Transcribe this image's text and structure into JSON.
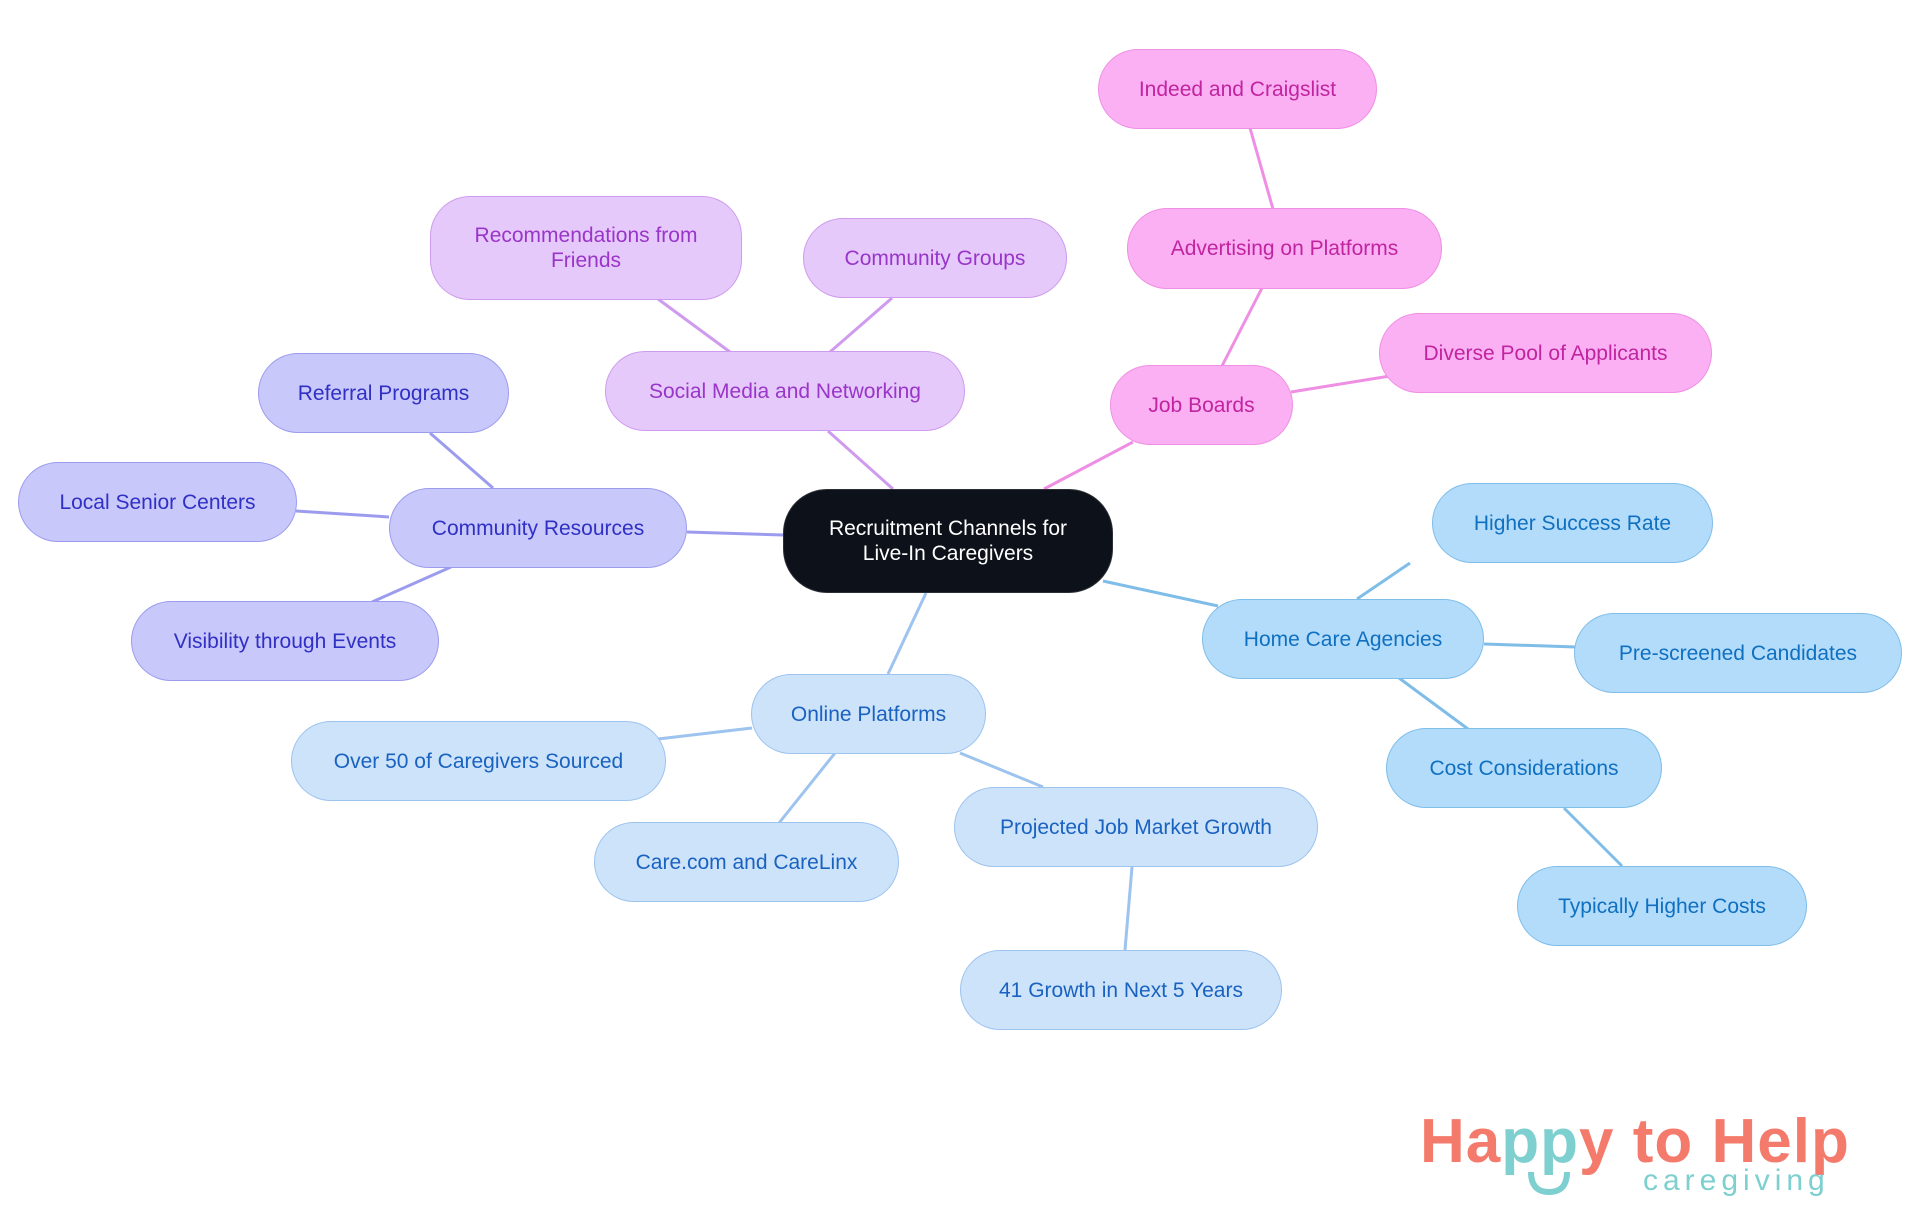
{
  "diagram": {
    "root": {
      "label": "Recruitment Channels for Live-In Caregivers",
      "line1": "Recruitment Channels for",
      "line2": "Live-In Caregivers"
    },
    "branches": [
      {
        "label": "Job Boards",
        "color": "#fbb0f3",
        "children": [
          {
            "label": "Advertising on Platforms",
            "children": [
              {
                "label": "Indeed and Craigslist"
              }
            ]
          },
          {
            "label": "Diverse Pool of Applicants"
          }
        ]
      },
      {
        "label": "Social Media and Networking",
        "color": "#e6c9fb",
        "children": [
          {
            "label": "Recommendations from Friends",
            "line1": "Recommendations from",
            "line2": "Friends"
          },
          {
            "label": "Community Groups"
          }
        ]
      },
      {
        "label": "Community Resources",
        "color": "#c8c8fb",
        "children": [
          {
            "label": "Referral Programs"
          },
          {
            "label": "Local Senior Centers"
          },
          {
            "label": "Visibility through Events"
          }
        ]
      },
      {
        "label": "Online Platforms",
        "color": "#cde3fa",
        "children": [
          {
            "label": "Over 50 of Caregivers Sourced"
          },
          {
            "label": "Care.com and CareLinx"
          },
          {
            "label": "Projected Job Market Growth",
            "children": [
              {
                "label": "41 Growth in Next 5 Years"
              }
            ]
          }
        ]
      },
      {
        "label": "Home Care Agencies",
        "color": "#b3dcfb",
        "children": [
          {
            "label": "Higher Success Rate"
          },
          {
            "label": "Pre-screened Candidates"
          },
          {
            "label": "Cost Considerations",
            "children": [
              {
                "label": "Typically Higher Costs"
              }
            ]
          }
        ]
      }
    ]
  },
  "logo": {
    "main_a": "Ha",
    "main_pp": "pp",
    "main_b": "y to Help",
    "sub": "caregiving",
    "primary_color": "#f47b6c",
    "accent_color": "#7ecfcf"
  }
}
